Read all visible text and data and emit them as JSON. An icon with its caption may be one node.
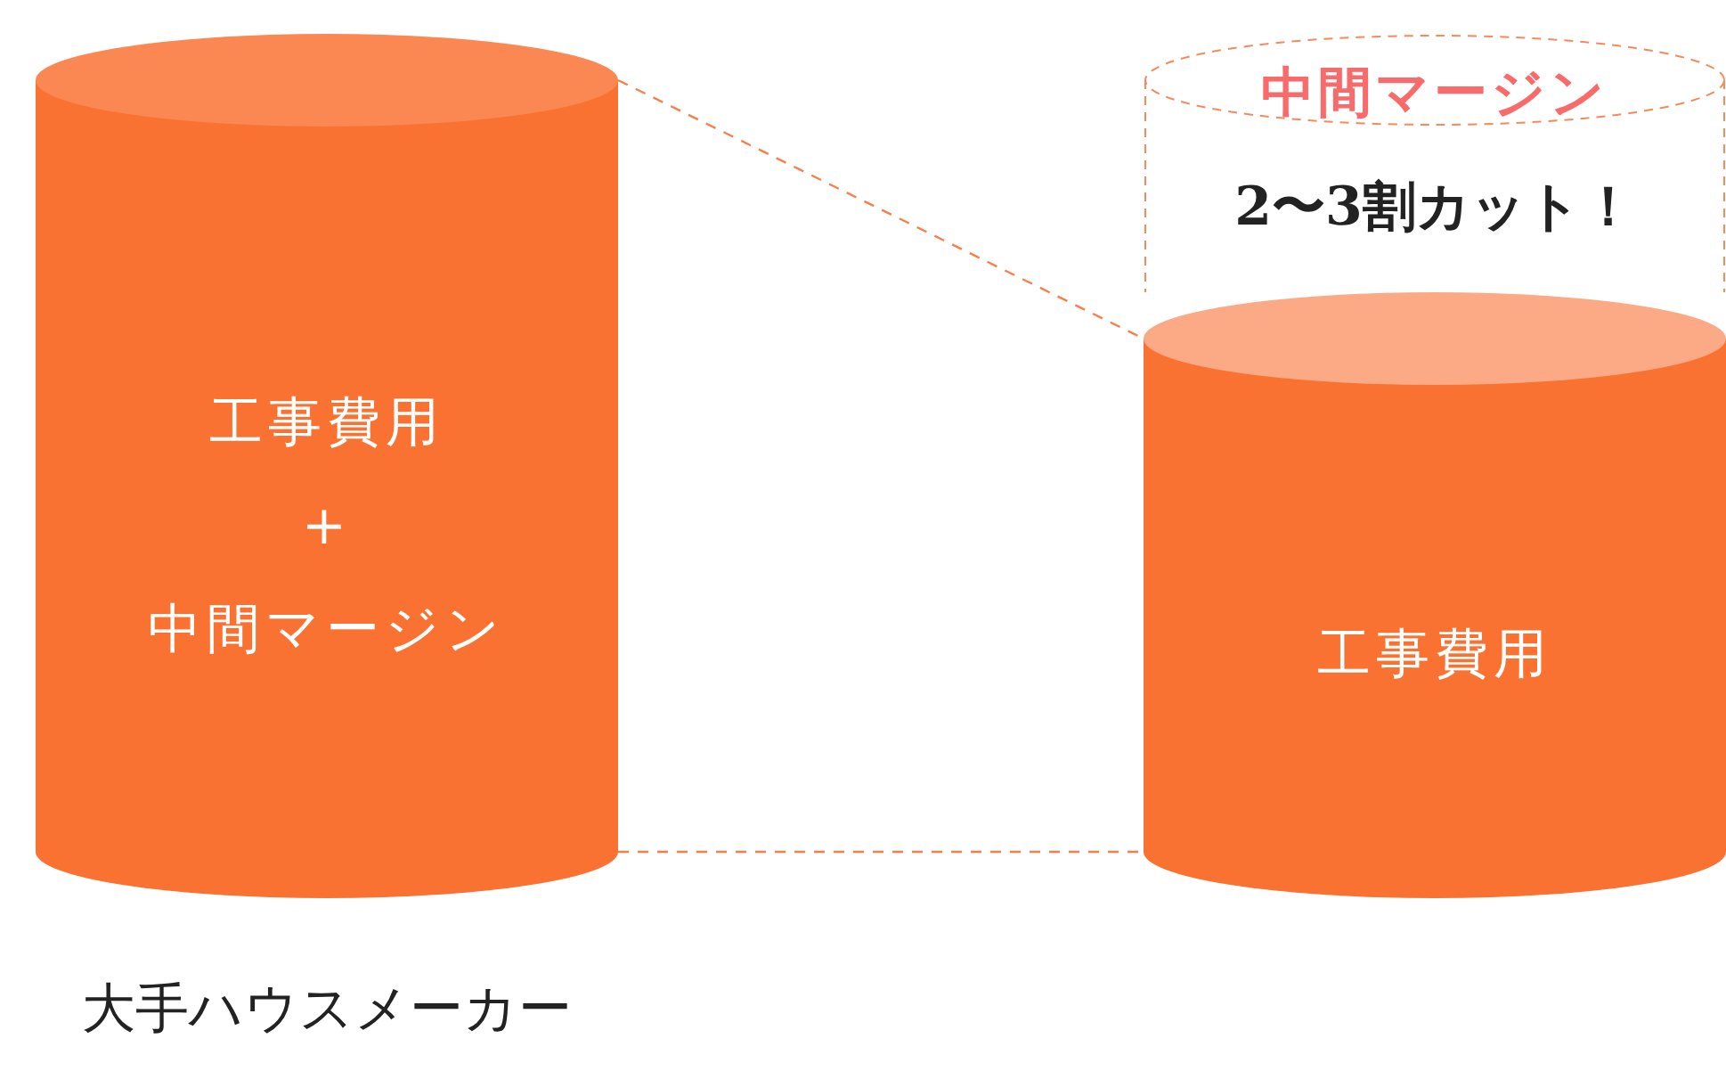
{
  "diagram": {
    "nodes": [
      {
        "text": [
          "工事費用",
          "+",
          "中間マージン"
        ],
        "beside": [
          "大手ハウスメーカー"
        ]
      },
      {
        "text": [
          "中間マージン",
          "2〜3割カット！"
        ]
      },
      {
        "text": [
          "工事費用"
        ]
      }
    ],
    "edges": [
      {
        "from": 0,
        "to": 2,
        "arrow": "none",
        "style": "dashed"
      },
      {
        "from": 0,
        "to": 2,
        "arrow": "none",
        "style": "dashed"
      }
    ]
  }
}
